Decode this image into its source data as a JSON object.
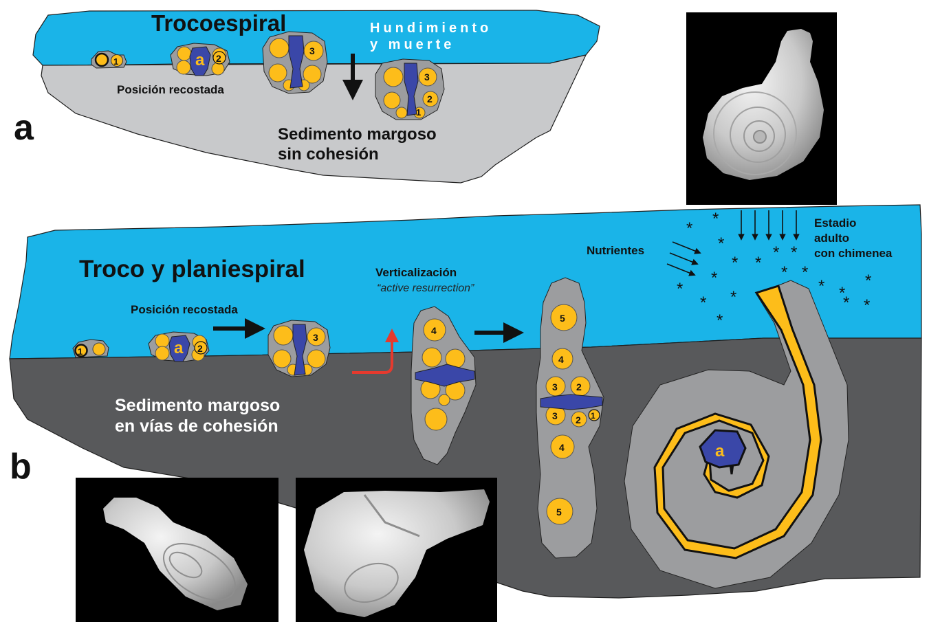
{
  "panels": {
    "a": {
      "letter": "a",
      "title": "Trocoespiral",
      "sink_label_1": "Hundimiento",
      "sink_label_2": "y muerte",
      "position_label": "Posición recostada",
      "sediment_line_1": "Sedimento margoso",
      "sediment_line_2": "sin cohesión"
    },
    "b": {
      "letter": "b",
      "title": "Troco y planiespiral",
      "position_label": "Posición recostada",
      "vert_label": "Verticalización",
      "vert_sub": "“active resurrection”",
      "nutrients_label": "Nutrientes",
      "adult_line_1": "Estadio",
      "adult_line_2": "adulto",
      "adult_line_3": "con chimenea",
      "sediment_line_1": "Sedimento margoso",
      "sediment_line_2": "en vías de cohesión"
    }
  },
  "chamber_numbers": {
    "n1": "1",
    "n2": "2",
    "n3": "3",
    "n4": "4",
    "n5": "5",
    "apex": "a"
  },
  "colors": {
    "water": "#1ab4e8",
    "sediment_light": "#c8c9cb",
    "sediment_dark": "#58595b",
    "chamber": "#fdbd1a",
    "siphuncle": "#3a47a8",
    "shell_grey": "#9c9d9f"
  }
}
